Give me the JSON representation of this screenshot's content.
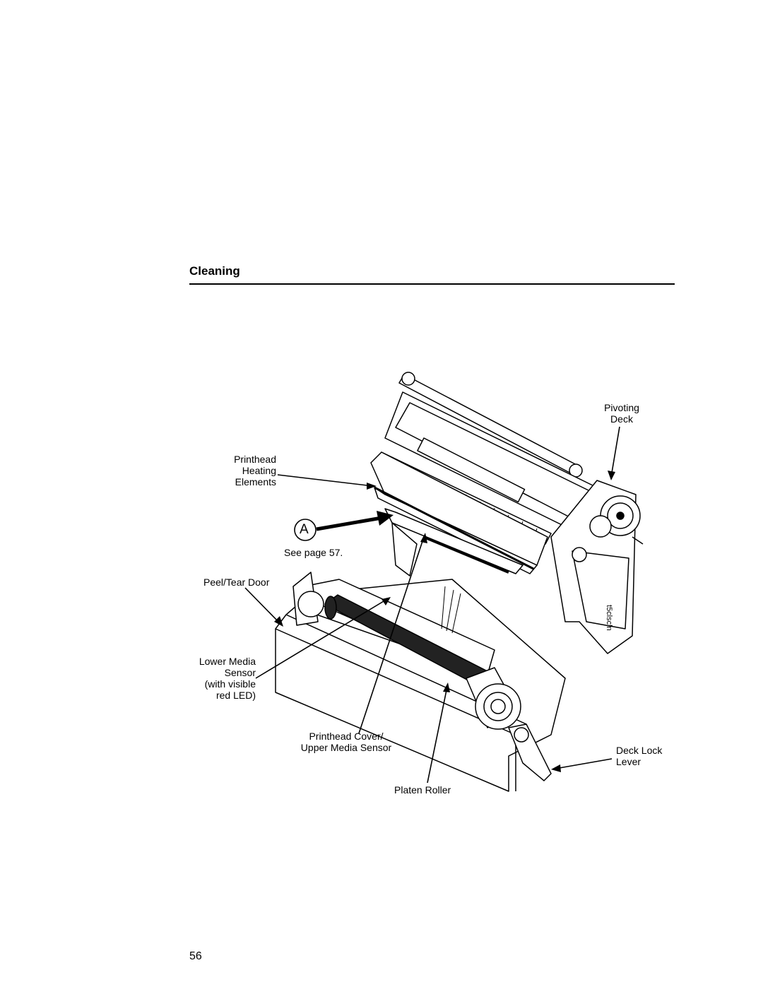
{
  "section": {
    "title": "Cleaning"
  },
  "figure": {
    "callout_letter": "A",
    "see_page": "See page 57.",
    "figure_id": "t5clscln",
    "labels": {
      "pivoting_deck": "Pivoting\nDeck",
      "printhead_heating_elements": "Printhead\nHeating\nElements",
      "peel_tear_door": "Peel/Tear Door",
      "lower_media_sensor": "Lower Media\nSensor\n(with visible\nred LED)",
      "printhead_cover_upper_media_sensor": "Printhead Cover/\nUpper Media Sensor",
      "deck_lock_lever": "Deck Lock\nLever",
      "platen_roller": "Platen Roller"
    }
  },
  "page_number": "56"
}
